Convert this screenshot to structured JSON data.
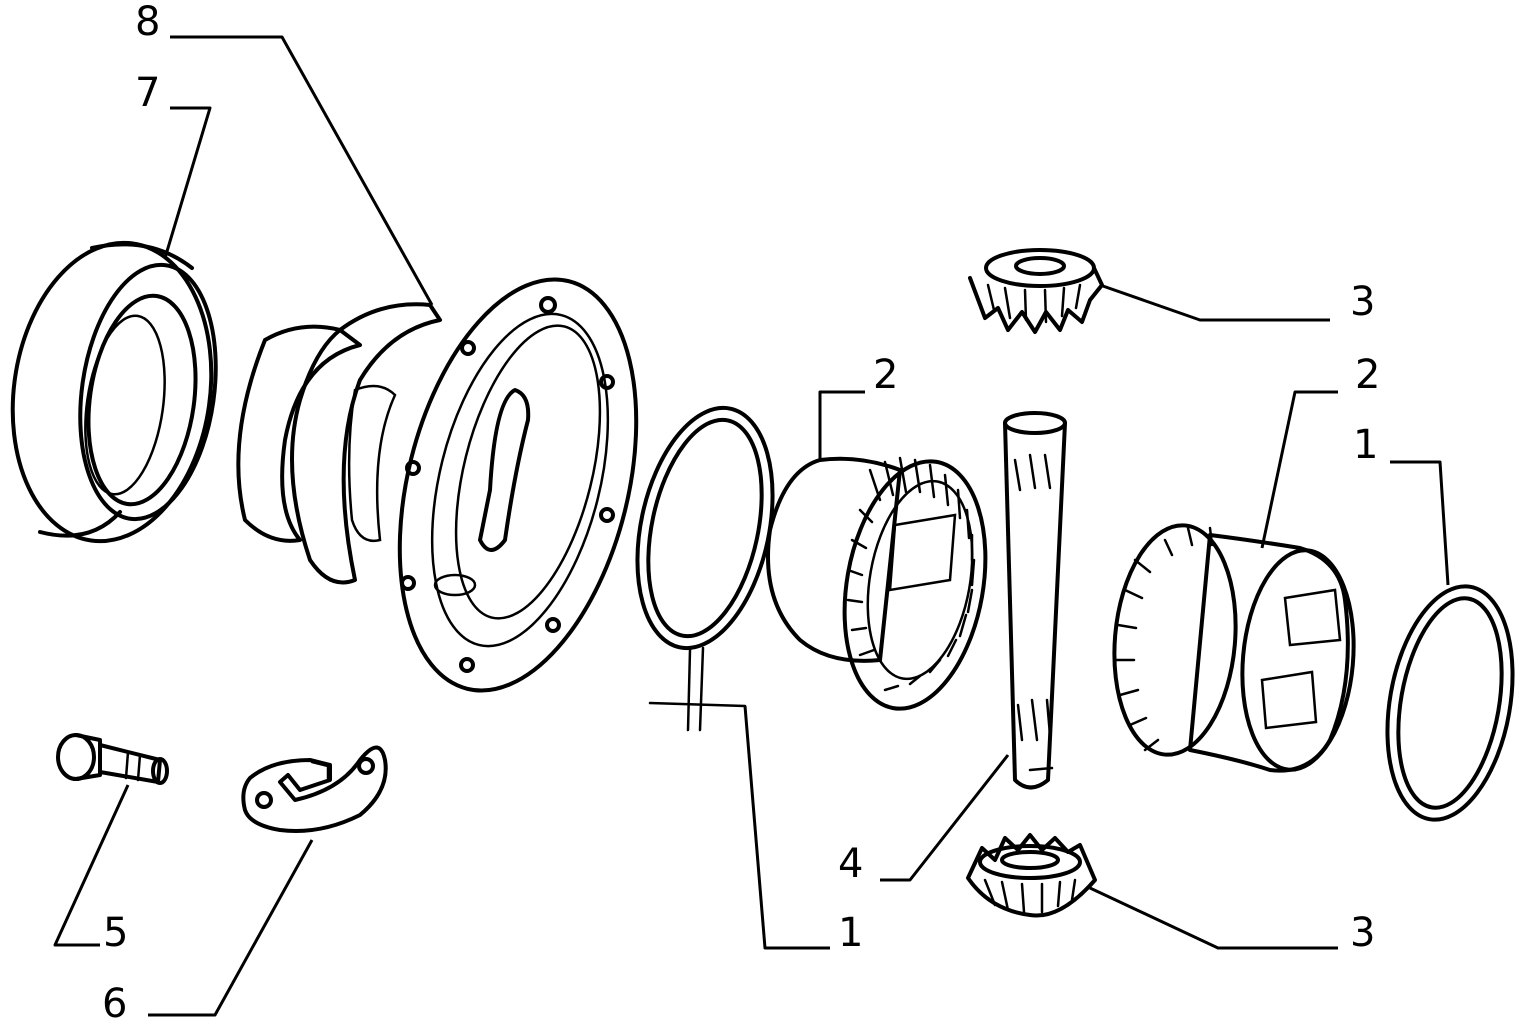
{
  "callouts": {
    "c8": "8",
    "c7": "7",
    "c3_top": "3",
    "c2_mid": "2",
    "c2_right": "2",
    "c1_right": "1",
    "c4": "4",
    "c5": "5",
    "c6": "6",
    "c1_bottom": "1",
    "c3_bottom": "3"
  },
  "colors": {
    "line": "#000000",
    "background": "#ffffff"
  }
}
